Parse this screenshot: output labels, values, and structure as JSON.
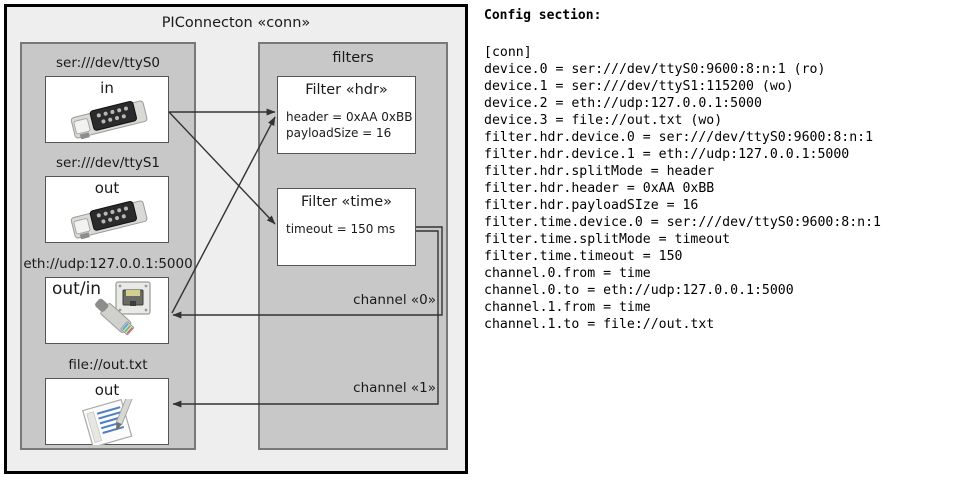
{
  "diagram": {
    "outer_title": "PIConnecton «conn»",
    "devices_group": {
      "devices": [
        {
          "label": "ser:///dev/ttyS0",
          "io": "in",
          "icon": "serial-port-icon"
        },
        {
          "label": "ser:///dev/ttyS1",
          "io": "out",
          "icon": "serial-port-icon"
        },
        {
          "label": "eth://udp:127.0.0.1:5000",
          "io": "out/in",
          "icon": "ethernet-jack-icon"
        },
        {
          "label": "file://out.txt",
          "io": "out",
          "icon": "text-file-icon"
        }
      ]
    },
    "filters_group": {
      "title": "filters",
      "filters": [
        {
          "title": "Filter «hdr»",
          "props": [
            "header = 0xAA 0xBB",
            "payloadSize = 16"
          ]
        },
        {
          "title": "Filter «time»",
          "props": [
            "timeout = 150 ms"
          ]
        }
      ],
      "channels": [
        {
          "label": "channel «0»"
        },
        {
          "label": "channel «1»"
        }
      ]
    },
    "colors": {
      "outer_fill": "#eeeeee",
      "outer_border": "#000000",
      "group_fill": "#c8c8c8",
      "group_border": "#787878",
      "box_fill": "#ffffff",
      "box_border": "#555555",
      "arrow": "#333333"
    }
  },
  "config": {
    "heading": "Config section:",
    "lines": [
      "[conn]",
      "device.0 = ser:///dev/ttyS0:9600:8:n:1 (ro)",
      "device.1 = ser:///dev/ttyS1:115200 (wo)",
      "device.2 = eth://udp:127.0.0.1:5000",
      "device.3 = file://out.txt (wo)",
      "filter.hdr.device.0 = ser:///dev/ttyS0:9600:8:n:1",
      "filter.hdr.device.1 = eth://udp:127.0.0.1:5000",
      "filter.hdr.splitMode = header",
      "filter.hdr.header = 0xAA 0xBB",
      "filter.hdr.payloadSIze = 16",
      "filter.time.device.0 = ser:///dev/ttyS0:9600:8:n:1",
      "filter.time.splitMode = timeout",
      "filter.time.timeout = 150",
      "channel.0.from = time",
      "channel.0.to = eth://udp:127.0.0.1:5000",
      "channel.1.from = time",
      "channel.1.to = file://out.txt"
    ]
  }
}
